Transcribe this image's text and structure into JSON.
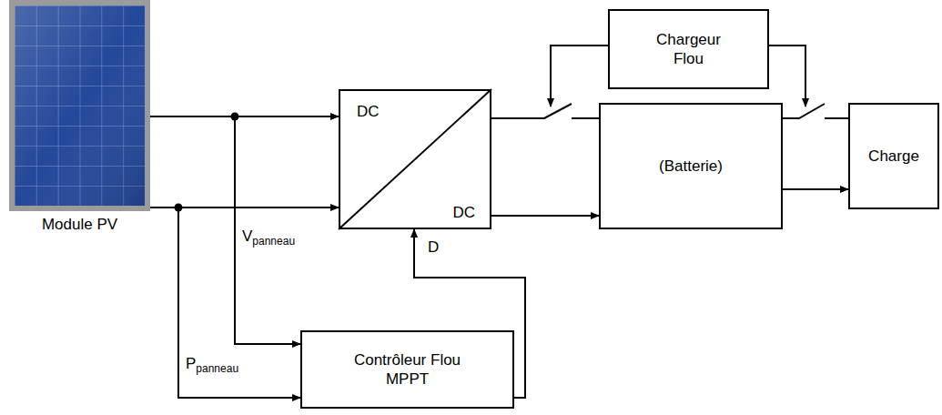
{
  "diagram": {
    "nodes": [
      {
        "text": [
          "Module PV"
        ]
      },
      {
        "text": [
          "DC",
          "DC"
        ]
      },
      {
        "text": [
          "Chargeur Flou"
        ]
      },
      {
        "text": [
          "(Batterie)"
        ]
      },
      {
        "text": [
          "Charge"
        ]
      },
      {
        "text": [
          "Contrôleur Flou MPPT"
        ]
      }
    ],
    "edges": [
      {
        "from": 0,
        "to": 1,
        "arrow": "to"
      },
      {
        "from": 0,
        "to": 1,
        "arrow": "to"
      },
      {
        "from": 0,
        "to": 5,
        "label": "Vpanneau",
        "arrow": "to"
      },
      {
        "from": 0,
        "to": 5,
        "label": "Ppanneau",
        "arrow": "to"
      },
      {
        "from": 5,
        "to": 1,
        "label": "D",
        "arrow": "to"
      },
      {
        "from": 1,
        "to": 3,
        "arrow": "none"
      },
      {
        "from": 1,
        "to": 3,
        "arrow": "to"
      },
      {
        "from": 3,
        "to": 4,
        "arrow": "none"
      },
      {
        "from": 3,
        "to": 4,
        "arrow": "to"
      }
    ]
  }
}
